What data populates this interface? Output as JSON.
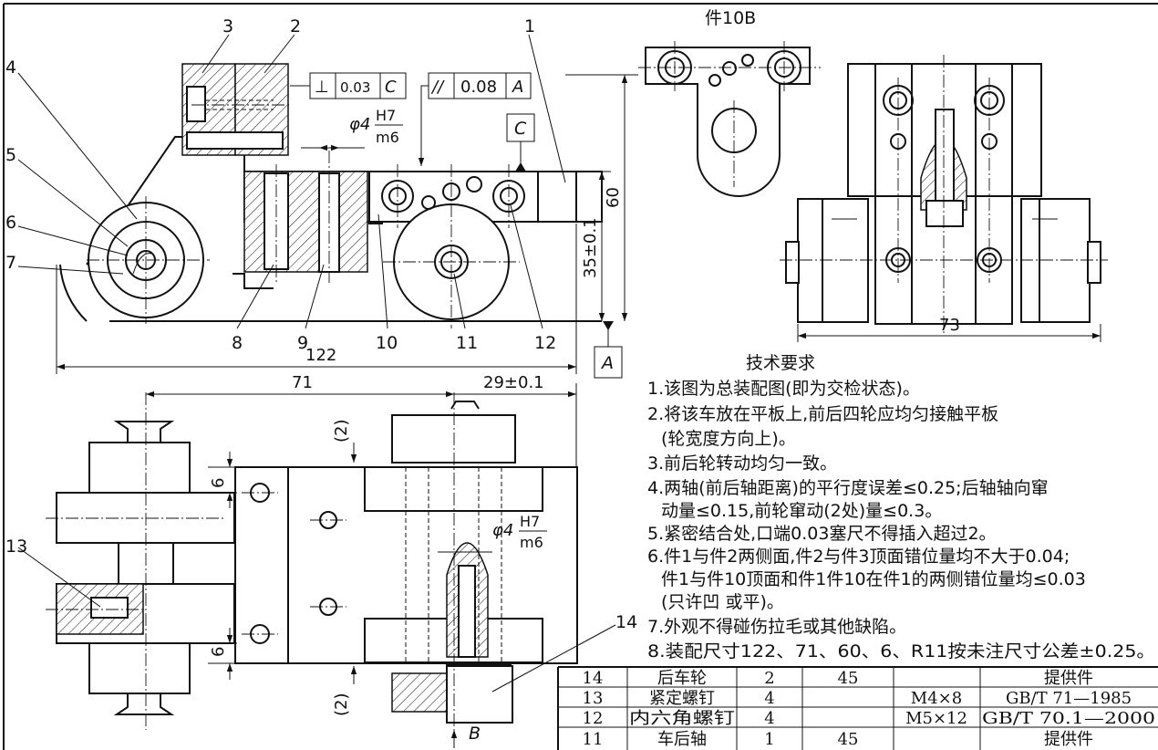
{
  "view_label": "件10B",
  "view_label_letter": "B",
  "part_labels": {
    "p1": "1",
    "p2": "2",
    "p3": "3",
    "p4": "4",
    "p5": "5",
    "p6": "6",
    "p7": "7",
    "p8": "8",
    "p9": "9",
    "p10": "10",
    "p11": "11",
    "p12": "12",
    "p13": "13",
    "p14": "14"
  },
  "tolerances": {
    "perp_symbol": "⊥",
    "perp_value": "0.03",
    "perp_datum": "C",
    "par_symbol": "//",
    "par_value": "0.08",
    "par_datum": "A",
    "datum_a": "A",
    "datum_c": "C"
  },
  "fit": {
    "prefix": "φ4",
    "hole": "H7",
    "shaft": "m6"
  },
  "dimensions": {
    "d122": "122",
    "d71": "71",
    "d29": "29±0.1",
    "d60": "60",
    "d35": "35±0.1",
    "d73": "73",
    "d6a": "6",
    "d6b": "6",
    "d2a": "(2)",
    "d2b": "(2)"
  },
  "requirements": {
    "title": "技术要求",
    "items": [
      "1.该图为总装配图(即为交检状态)。",
      "2.将该车放在平板上,前后四轮应均匀接触平板",
      "(轮宽度方向上)。",
      "3.前后轮转动均匀一致。",
      "4.两轴(前后轴距离)的平行度误差≤0.25;后轴轴向窜",
      "动量≤0.15,前轮窜动(2处)量≤0.3。",
      "5.紧密结合处,口端0.03塞尺不得插入超过2。",
      "6.件1与件2两侧面,件2与件3顶面错位量均不大于0.04;",
      "件1与件10顶面和件1件10在件1的两侧错位量均≤0.03",
      "(只许凹 或平)。",
      "7.外观不得碰伤拉毛或其他缺陷。",
      "8.装配尺寸122、71、60、6、R11按未注尺寸公差±0.25。"
    ]
  },
  "bom": [
    {
      "no": "14",
      "name": "后车轮",
      "qty": "2",
      "material": "45",
      "spec": "",
      "note": "提供件"
    },
    {
      "no": "13",
      "name": "紧定螺钉",
      "qty": "4",
      "material": "",
      "spec": "M4×8",
      "note": "GB/T 71—1985"
    },
    {
      "no": "12",
      "name": "内六角螺钉",
      "qty": "4",
      "material": "",
      "spec": "M5×12",
      "note": "GB/T 70.1—2000"
    },
    {
      "no": "11",
      "name": "车后轴",
      "qty": "1",
      "material": "45",
      "spec": "",
      "note": "提供件"
    }
  ]
}
